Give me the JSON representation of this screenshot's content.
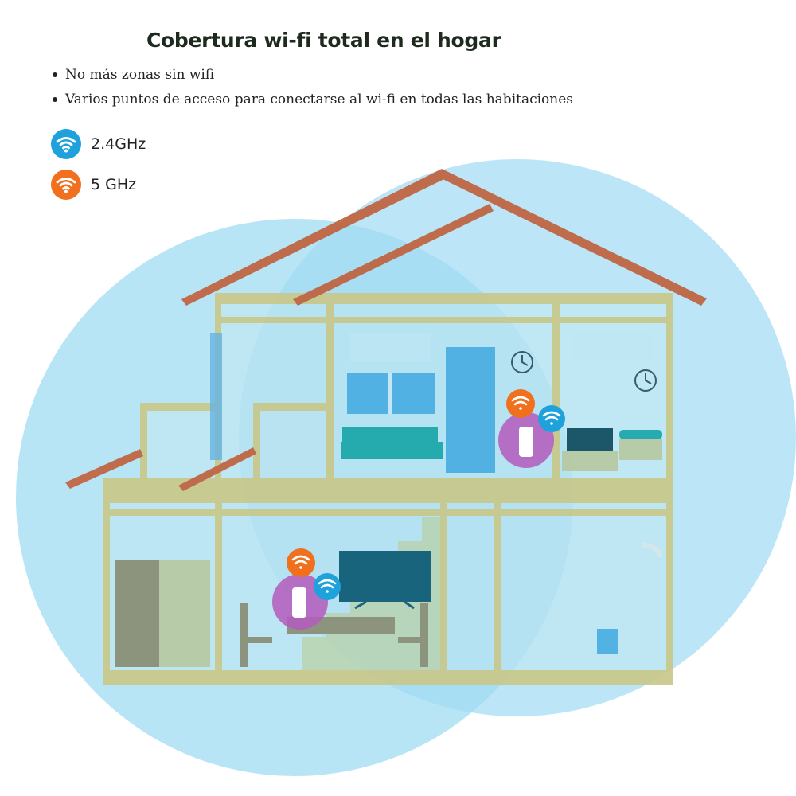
{
  "title": "Cobertura wi-fi total en el hogar",
  "bullets": [
    "No más zonas sin wifi",
    "Varios puntos de acceso para conectarse al wi-fi en todas las habitaciones"
  ],
  "legend": [
    {
      "label": "2.4GHz",
      "color": "#1fa2dc",
      "icon": "wifi-icon"
    },
    {
      "label": "5 GHz",
      "color": "#f0701e",
      "icon": "wifi-icon"
    }
  ],
  "colors": {
    "coverage": "#8fd8f2",
    "wall": "#c9c98a",
    "roof": "#c0623e",
    "router_halo": "#b45bbd",
    "furniture_teal": "#1aa6a8",
    "tv": "#0e5a73"
  }
}
